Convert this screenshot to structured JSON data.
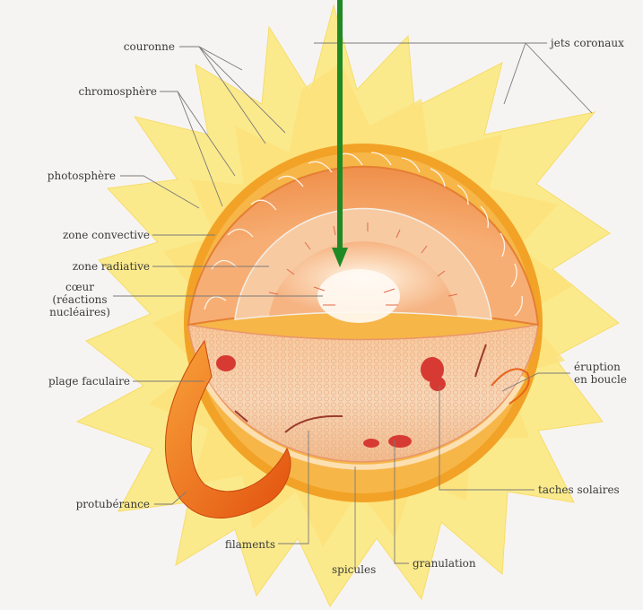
{
  "diagram": {
    "labels": {
      "couronne": "couronne",
      "chromosphere": "chromosphère",
      "photosphere": "photosphère",
      "zone_convective": "zone convective",
      "zone_radiative": "zone radiative",
      "coeur_line1": "cœur",
      "coeur_line2": "(réactions",
      "coeur_line3": "nucléaires)",
      "plage_faculaire": "plage faculaire",
      "protuberance": "protubérance",
      "filaments": "filaments",
      "spicules": "spicules",
      "granulation": "granulation",
      "taches_solaires": "taches solaires",
      "eruption_line1": "éruption",
      "eruption_line2": "en boucle",
      "jets_coronaux": "jets coronaux"
    },
    "colors": {
      "background": "#f6f4f2",
      "corona": "#fbe98a",
      "chromosphere_ring": "#f2a024",
      "photosphere_outer": "#f59a3c",
      "convective_zone": "#f6b07a",
      "radiative_zone": "#f8cba4",
      "core_glow": "#fff6ea",
      "leader_lines": "#777777",
      "arrow": "#1f8a24",
      "prominence": "#ee6a16",
      "sunspots": "#d73a33"
    }
  }
}
